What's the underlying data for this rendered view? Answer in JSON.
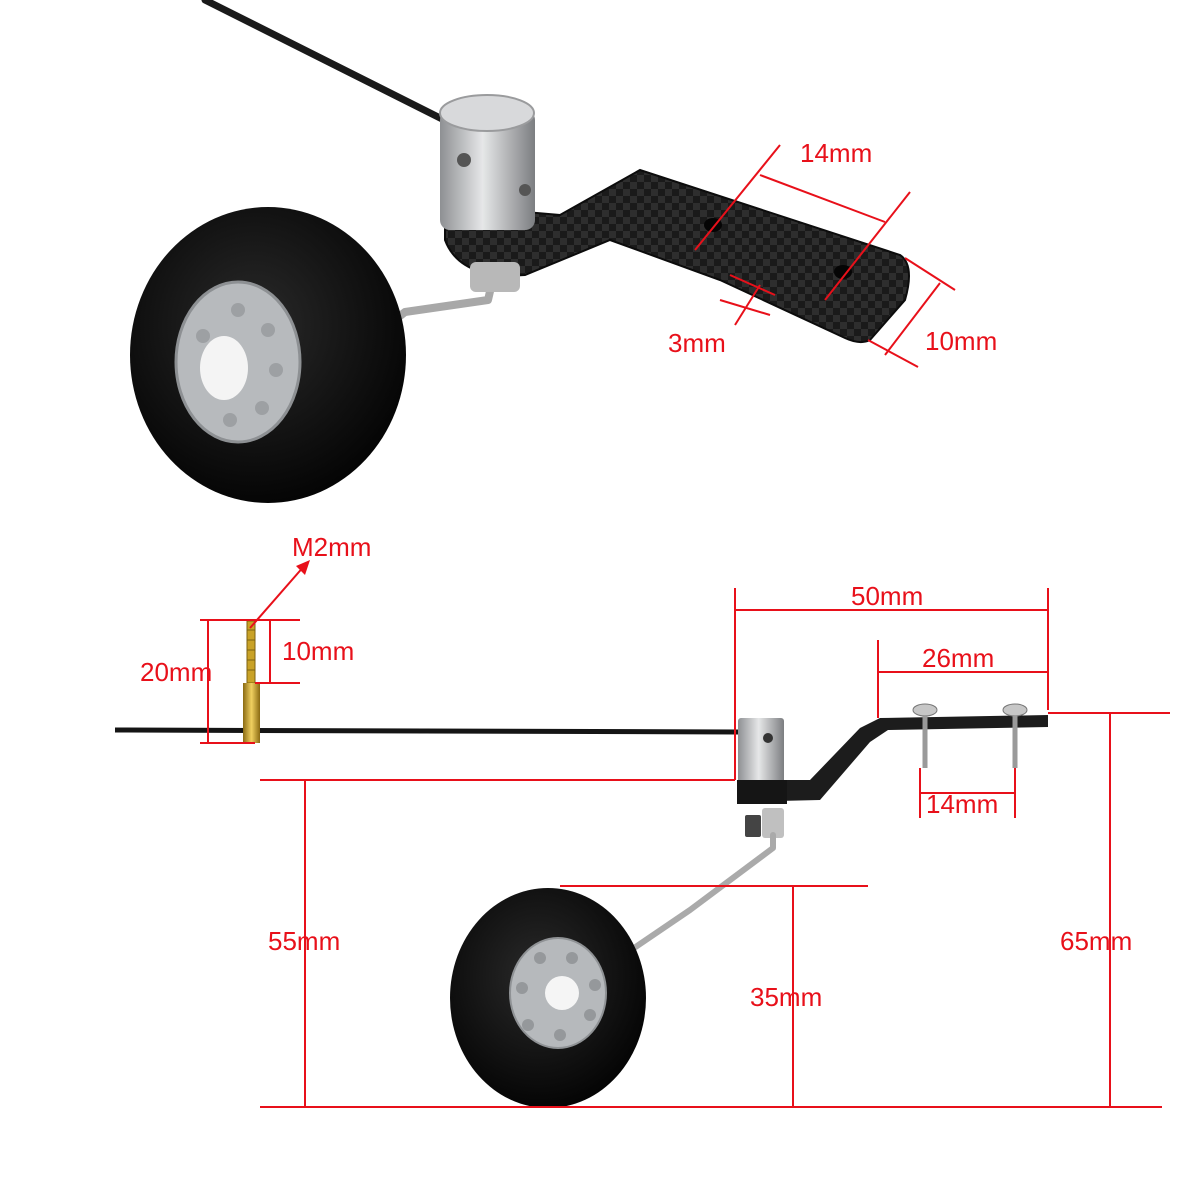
{
  "colors": {
    "dimension": "#e8101a",
    "foam": "#111111",
    "hub": "#b5b8bc",
    "carbon": "#1d1d1d",
    "aluminum": "#c9cacc",
    "steel": "#b0b0b0",
    "brass": "#c9a227"
  },
  "top_view": {
    "labels": {
      "hole_spacing": "14mm",
      "thickness": "3mm",
      "width": "10mm"
    }
  },
  "side_view": {
    "labels": {
      "thread": "M2mm",
      "rod_length": "20mm",
      "thread_length": "10mm",
      "total_length": "50mm",
      "plate_length": "26mm",
      "screw_spacing": "14mm",
      "axle_height": "55mm",
      "wheel_height": "35mm",
      "total_height": "65mm"
    }
  }
}
